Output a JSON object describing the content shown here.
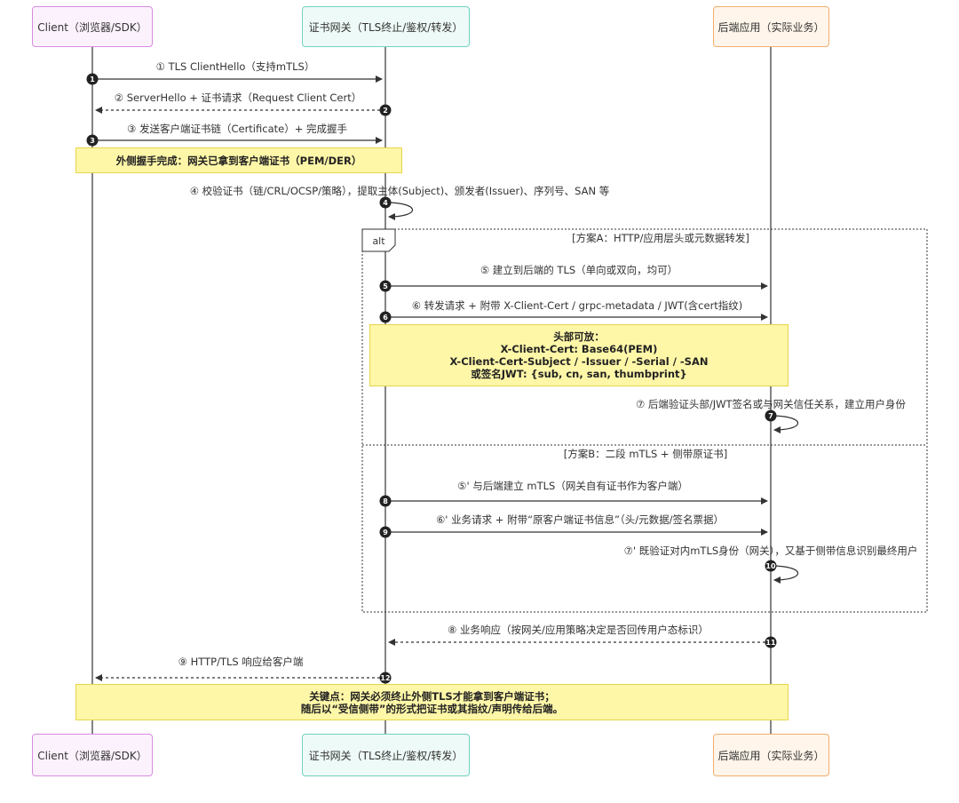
{
  "actors": {
    "client": "Client（浏览器/SDK）",
    "gateway": "证书网关（TLS终止/鉴权/转发）",
    "backend": "后端应用（实际业务）"
  },
  "messages": [
    {
      "num": "1",
      "label": "① TLS ClientHello（支持mTLS）"
    },
    {
      "num": "2",
      "label": "② ServerHello + 证书请求（Request Client Cert）"
    },
    {
      "num": "3",
      "label": "③ 发送客户端证书链（Certificate）+ 完成握手"
    },
    {
      "num": "4",
      "label": "④ 校验证书（链/CRL/OCSP/策略），提取主体(Subject)、颁发者(Issuer)、序列号、SAN 等"
    },
    {
      "num": "5",
      "label": "⑤ 建立到后端的 TLS（单向或双向，均可）"
    },
    {
      "num": "6",
      "label": "⑥ 转发请求 + 附带 X-Client-Cert / grpc-metadata / JWT(含cert指纹)"
    },
    {
      "num": "7",
      "label": "⑦ 后端验证头部/JWT签名或与网关信任关系，建立用户身份"
    },
    {
      "num": "8",
      "label": "⑤' 与后端建立 mTLS（网关自有证书作为客户端）"
    },
    {
      "num": "9",
      "label": "⑥' 业务请求 + 附带“原客户端证书信息”（头/元数据/签名票据）"
    },
    {
      "num": "10",
      "label": "⑦' 既验证对内mTLS身份（网关），又基于侧带信息识别最终用户"
    },
    {
      "num": "11",
      "label": "⑧ 业务响应（按网关/应用策略决定是否回传用户态标识）"
    },
    {
      "num": "12",
      "label": "⑨ HTTP/TLS 响应给客户端"
    }
  ],
  "notes": {
    "handshake": [
      "外侧握手完成：网关已拿到客户端证书（PEM/DER）"
    ],
    "headers": [
      "头部可放：",
      "X-Client-Cert: Base64(PEM)",
      "X-Client-Cert-Subject / -Issuer / -Serial / -SAN",
      "或签名JWT: {sub, cn, san, thumbprint}"
    ],
    "key": [
      "关键点：网关必须终止外侧TLS才能拿到客户端证书；",
      "随后以“受信侧带”的形式把证书或其指纹/声明传给后端。"
    ]
  },
  "alt": {
    "tag": "alt",
    "section_a": "[方案A：HTTP/应用层头或元数据转发]",
    "section_b": "[方案B：二段 mTLS + 侧带原证书]"
  },
  "colors": {
    "line": "#333333",
    "badge": "#222222",
    "note_fill": "#fff7a8",
    "note_border": "#e8d44a"
  }
}
